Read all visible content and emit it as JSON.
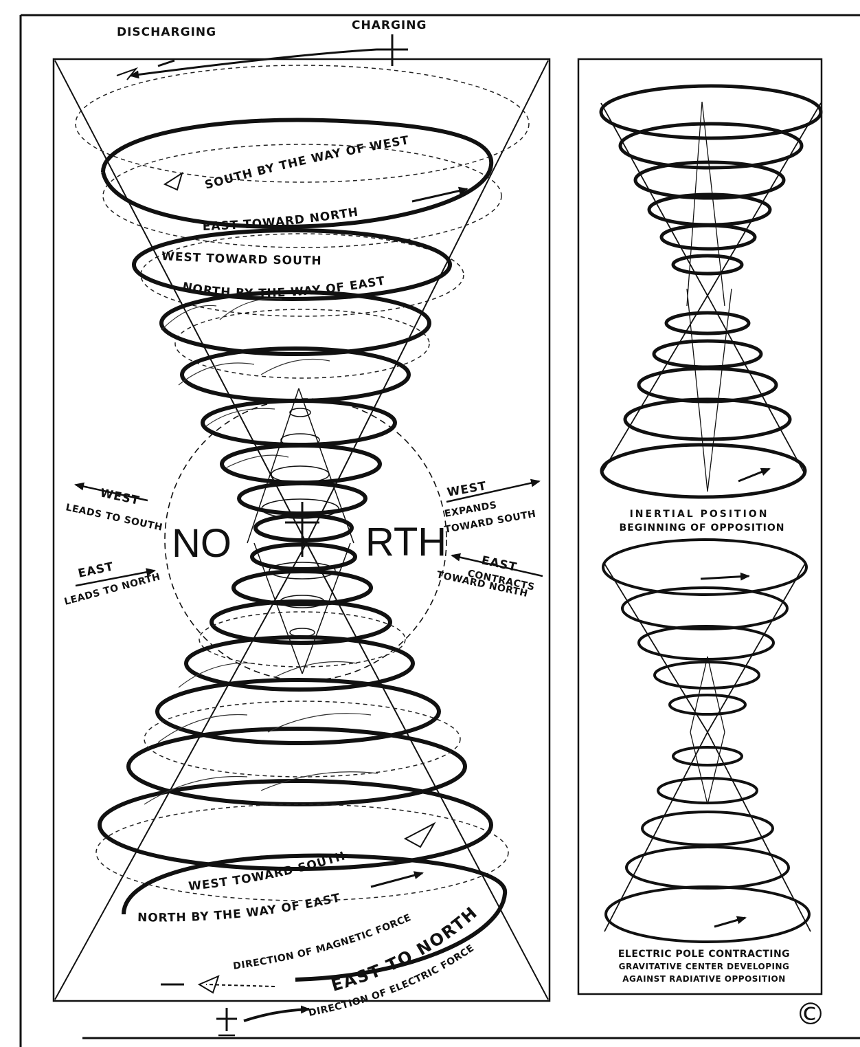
{
  "header": {
    "discharging": "DISCHARGING",
    "charging": "CHARGING",
    "plus_sign": "+"
  },
  "main_diagram": {
    "upper_labels": {
      "south_by_west": "SOUTH BY THE WAY OF WEST",
      "east_toward_north": "EAST TOWARD NORTH",
      "west_toward_south": "WEST TOWARD SOUTH",
      "north_by_east": "NORTH BY THE WAY OF EAST"
    },
    "center": {
      "left_part": "NO",
      "right_part": "RTH",
      "west_left": "WEST",
      "leads_to_south": "LEADS TO SOUTH",
      "east_left": "EAST",
      "leads_to_north": "LEADS TO NORTH",
      "west_right": "WEST",
      "expands": "EXPANDS",
      "toward_south": "TOWARD SOUTH",
      "east_right": "EAST",
      "contracts": "CONTRACTS",
      "toward_north": "TOWARD NORTH"
    },
    "lower_labels": {
      "west_toward_south": "WEST TOWARD SOUTH",
      "north_by_east": "NORTH BY THE WAY OF EAST",
      "direction_magnetic": "DIRECTION OF MAGNETIC FORCE",
      "east_to_north": "EAST TO NORTH",
      "direction_electric": "DIRECTION OF ELECTRIC FORCE"
    },
    "signs": {
      "minus": "−",
      "plus": "+"
    }
  },
  "side_panel": {
    "upper_caption": [
      "INERTIAL POSITION",
      "BEGINNING OF OPPOSITION"
    ],
    "lower_caption": [
      "ELECTRIC POLE CONTRACTING",
      "GRAVITATIVE CENTER DEVELOPING",
      "AGAINST RADIATIVE OPPOSITION"
    ]
  },
  "copyright_symbol": "©"
}
